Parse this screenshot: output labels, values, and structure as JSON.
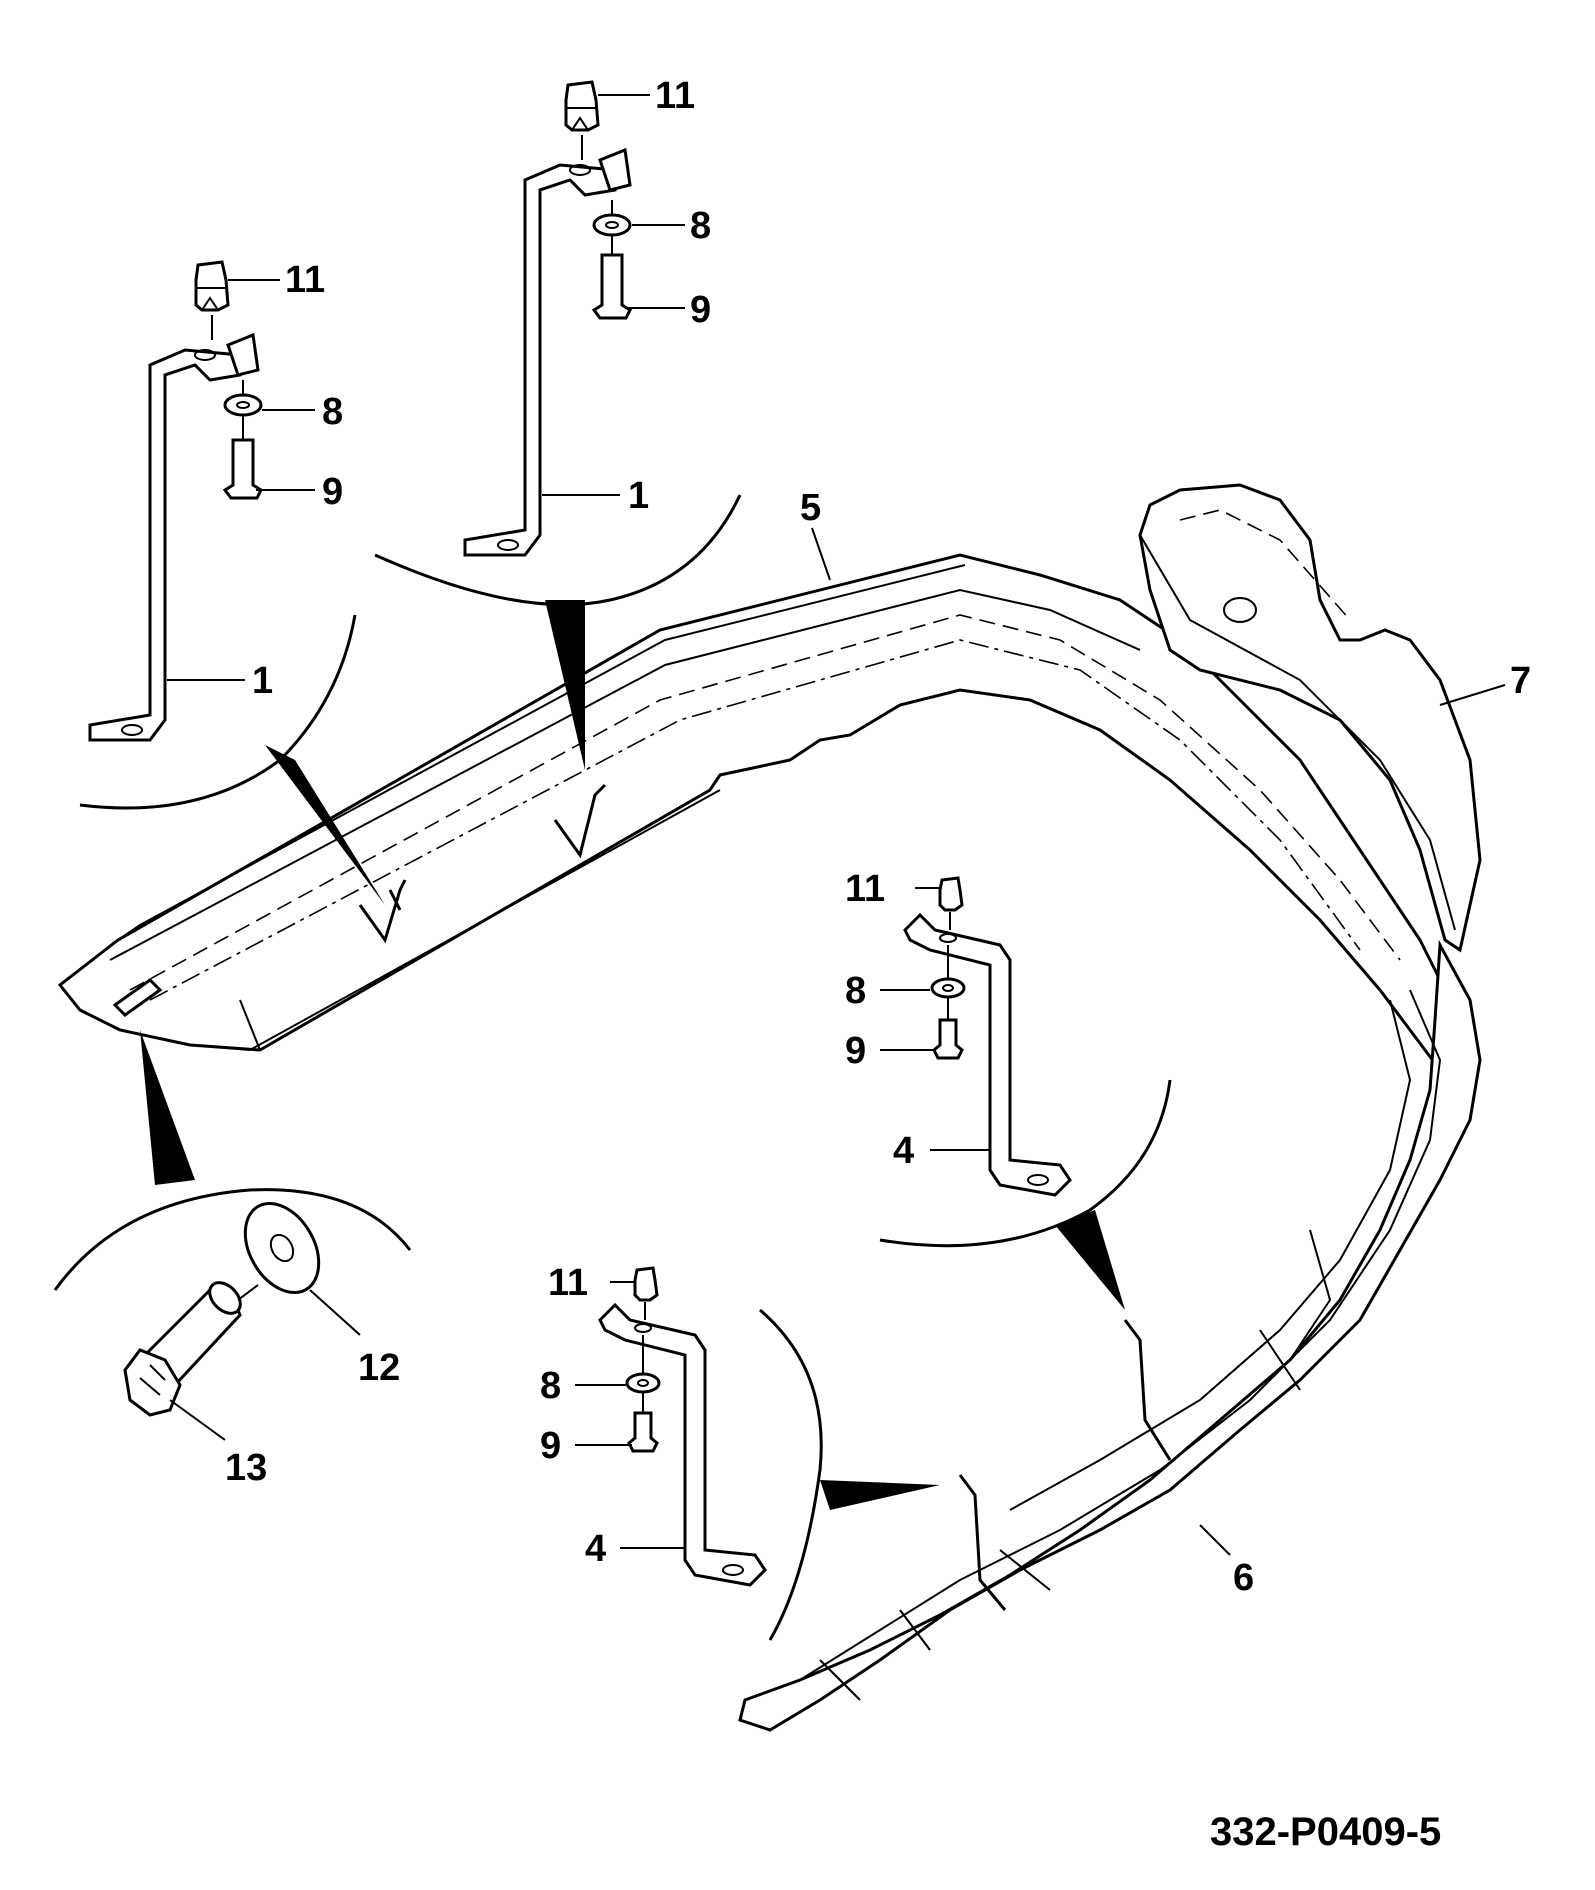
{
  "callouts": {
    "c11_top": "11",
    "c8_top": "8",
    "c9_top": "9",
    "c1_top": "1",
    "c11_left": "11",
    "c8_left": "8",
    "c9_left": "9",
    "c1_left": "1",
    "c5": "5",
    "c7": "7",
    "c11_right": "11",
    "c8_right": "8",
    "c9_right": "9",
    "c4_right": "4",
    "c11_bottom": "11",
    "c8_bottom": "8",
    "c9_bottom": "9",
    "c4_bottom": "4",
    "c12": "12",
    "c13": "13",
    "c6": "6"
  },
  "drawing_number": "332-P0409-5",
  "colors": {
    "line": "#000000",
    "background": "#ffffff"
  }
}
